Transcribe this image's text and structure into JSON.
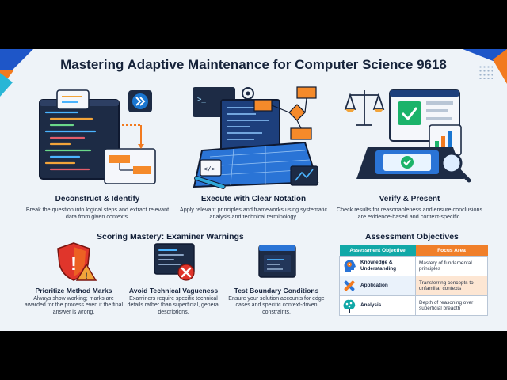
{
  "title": "Mastering Adaptive Maintenance for Computer Science 9618",
  "steps": [
    {
      "title": "Deconstruct & Identify",
      "desc": "Break the question into logical steps and extract relevant data from given contexts."
    },
    {
      "title": "Execute with Clear Notation",
      "desc": "Apply relevant principles and frameworks using systematic analysis and technical terminology."
    },
    {
      "title": "Verify & Present",
      "desc": "Check results for reasonableness and ensure conclusions are evidence-based and context-specific."
    }
  ],
  "warnings_heading": "Scoring Mastery: Examiner Warnings",
  "warnings": [
    {
      "title": "Prioritize Method Marks",
      "desc": "Always show working; marks are awarded for the process even if the final answer is wrong."
    },
    {
      "title": "Avoid Technical Vagueness",
      "desc": "Examiners require specific technical details rather than superficial, general descriptions."
    },
    {
      "title": "Test Boundary Conditions",
      "desc": "Ensure your solution accounts for edge cases and specific context-driven constraints."
    }
  ],
  "objectives_heading": "Assessment Objectives",
  "objectives_table": {
    "headers": [
      "Assessment Objective",
      "Focus Area"
    ],
    "rows": [
      {
        "objective": "Knowledge & Understanding",
        "focus": "Mastery of fundamental principles",
        "icon": "head-gears-icon"
      },
      {
        "objective": "Application",
        "focus": "Transferring concepts to unfamiliar contexts",
        "icon": "tools-icon"
      },
      {
        "objective": "Analysis",
        "focus": "Depth of reasoning over superficial breadth",
        "icon": "brain-network-icon"
      }
    ]
  },
  "colors": {
    "navy": "#1e56c8",
    "orange": "#f27a1f",
    "teal": "#11a8a7",
    "red": "#e0352b",
    "green": "#1bb36a"
  }
}
